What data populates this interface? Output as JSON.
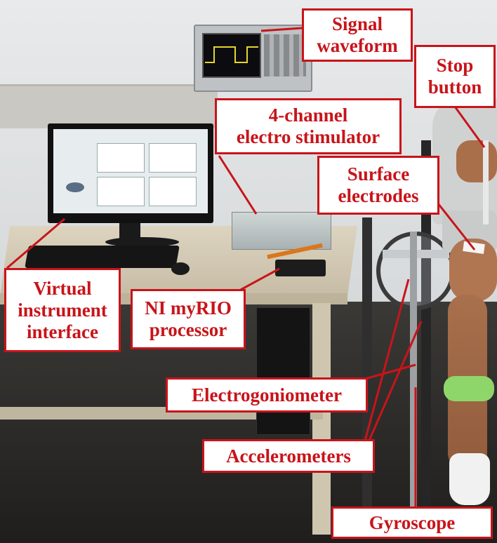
{
  "labels": {
    "signal_waveform": "Signal\nwaveform",
    "stop_button": "Stop\nbutton",
    "electro_stimulator": "4-channel\nelectro stimulator",
    "surface_electrodes": "Surface\nelectrodes",
    "virtual_instrument": "Virtual\ninstrument\ninterface",
    "myrio": "NI myRIO\nprocessor",
    "electrogoniometer": "Electrogoniometer",
    "accelerometers": "Accelerometers",
    "gyroscope": "Gyroscope"
  },
  "colors": {
    "label_red": "#c8141a",
    "wall": "#dfe2e4",
    "floor": "#2b2a28",
    "desk": "#d4cab4",
    "shirt": "#cfd1d0",
    "skin": "#b57a55",
    "foam_pad": "#8fd66a"
  },
  "icons": {
    "oscilloscope": "oscilloscope-icon",
    "monitor": "monitor-icon",
    "keyboard": "keyboard-icon",
    "mouse": "mouse-icon"
  }
}
